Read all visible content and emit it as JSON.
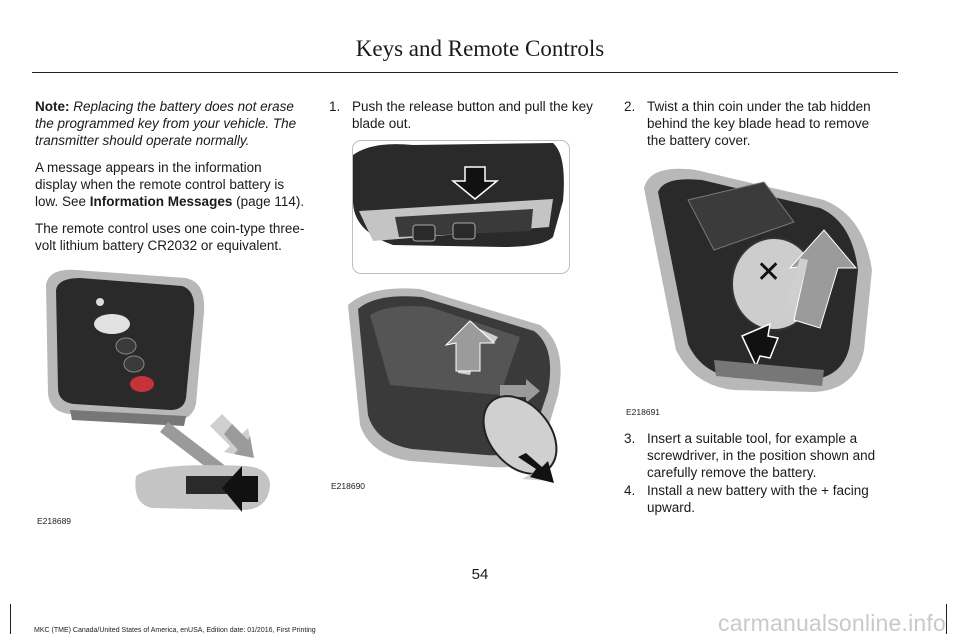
{
  "header": {
    "title": "Keys and Remote Controls"
  },
  "column1": {
    "note_label": "Note:",
    "note_text": "Replacing the battery does not erase the programmed key from your vehicle.  The transmitter should operate normally.",
    "para2_pre": "A message appears in the information display when the remote control battery is low.  See ",
    "para2_ref": "Information Messages",
    "para2_post": " (page 114).",
    "para3": "The remote control uses one coin-type three-volt lithium battery CR2032 or equivalent."
  },
  "steps": [
    {
      "num": "1.",
      "text": "Push the release button and pull the key blade out."
    },
    {
      "num": "2.",
      "text": "Twist a thin coin under the tab hidden behind the key blade head to remove the battery cover."
    },
    {
      "num": "3.",
      "text": "Insert a suitable tool, for example a screwdriver, in the position shown and carefully remove the battery."
    },
    {
      "num": "4.",
      "text": "Install a new battery with the + facing upward."
    }
  ],
  "figures": {
    "fig1_id": "E218689",
    "fig2_id": "E218690",
    "fig3_id": "E218691"
  },
  "page_number": "54",
  "footer": "MKC (TME) Canada/United States of America, enUSA, Edition date: 01/2016, First Printing",
  "watermark": "carmanualsonline.info",
  "colors": {
    "arrow": "#111111",
    "key_body": "#2a2a2a",
    "chrome": "#b8b8b8",
    "red_button": "#c8313a"
  }
}
